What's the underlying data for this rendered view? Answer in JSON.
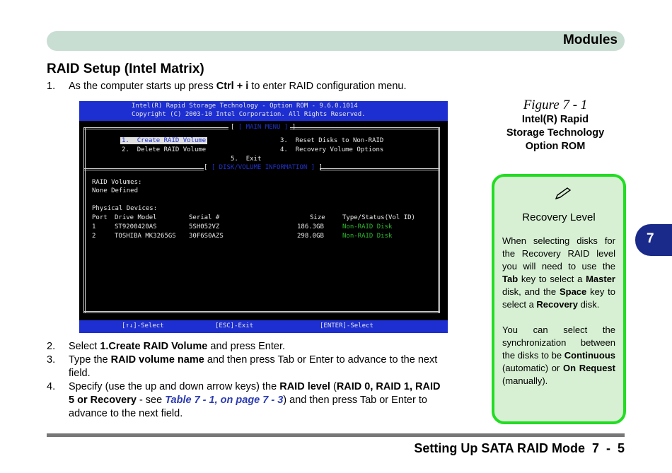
{
  "header": {
    "title": "Modules"
  },
  "section": {
    "title": "RAID Setup (Intel Matrix)"
  },
  "steps": [
    {
      "num": "1.",
      "pre": "As the computer starts up press ",
      "bold": "Ctrl + i",
      "post": " to enter RAID configuration menu."
    },
    {
      "num": "2.",
      "pre": "Select ",
      "bold": "1.Create RAID Volume",
      "post": " and press Enter."
    },
    {
      "num": "3.",
      "pre": "Type the ",
      "bold": "RAID volume name",
      "post": " and then press Tab or Enter to advance to the next",
      "line2": "field."
    },
    {
      "num": "4.",
      "line1_pre": "Specify (use the up and down arrow keys) the ",
      "line1_b1": "RAID level",
      "line1_mid": " (",
      "line1_b2": "RAID 0, RAID 1, RAID",
      "line2_b": "5 or Recovery",
      "line2_mid": " - see ",
      "line2_ref": "Table 7 - 1, on page 7 - 3",
      "line2_post": ") and then press Tab or Enter to",
      "line3": "advance to the next field."
    }
  ],
  "bios": {
    "title_line1": "Intel(R) Rapid Storage Technology - Option ROM - 9.6.0.1014",
    "title_line2": "Copyright (C) 2003-10 Intel Corporation. All Rights Reserved.",
    "main_menu": "[ MAIN MENU ]",
    "menu": [
      {
        "num": "1.",
        "label": "Create RAID Volume"
      },
      {
        "num": "2.",
        "label": "Delete RAID Volume"
      },
      {
        "num": "3.",
        "label": "Reset Disks to Non-RAID"
      },
      {
        "num": "4.",
        "label": "Recovery Volume Options"
      },
      {
        "num": "5.",
        "label": "Exit"
      }
    ],
    "disk_info": "[ DISK/VOLUME INFORMATION ]",
    "raid_volumes_label": "RAID Volumes:",
    "raid_volumes_value": "None Defined",
    "physical_label": "Physical Devices:",
    "columns": [
      "Port",
      "Drive Model",
      "Serial #",
      "Size",
      "Type/Status(Vol ID)"
    ],
    "devices": [
      {
        "port": "1",
        "model": "ST9200420AS",
        "serial": "5SH052VZ",
        "size": "186.3GB",
        "status": "Non-RAID Disk"
      },
      {
        "port": "2",
        "model": "TOSHIBA MK3265GS",
        "serial": "30F6S0AZS",
        "size": "298.0GB",
        "status": "Non-RAID Disk"
      }
    ],
    "footer_select": "[↑↓]-Select",
    "footer_exit": "[ESC]-Exit",
    "footer_enter": "[ENTER]-Select"
  },
  "figure": {
    "number": "Figure 7 - 1",
    "title_l1": "Intel(R) Rapid",
    "title_l2": "Storage Technology",
    "title_l3": "Option ROM"
  },
  "note": {
    "icon": "pen-icon",
    "title": "Recovery Level",
    "p1_a": "When selecting disks for the Recovery RAID level you will need to use the ",
    "p1_b1": "Tab",
    "p1_c": " key to select a ",
    "p1_b2": "Master",
    "p1_d": " disk, and the ",
    "p1_b3": "Space",
    "p1_e": " key to select a ",
    "p1_b4": "Recovery",
    "p1_f": " disk.",
    "p2_a": "You can select the synchronization between the disks to be ",
    "p2_b1": "Continuous",
    "p2_c": " (automatic) or ",
    "p2_b2": "On Request",
    "p2_d": " (manually)."
  },
  "chapter": "7",
  "footer": {
    "text": "Setting Up SATA RAID Mode  7  -  5"
  },
  "colors": {
    "accent_green": "#22dd22",
    "bios_blue": "#1d2fd0",
    "chapter_blue": "#1a2a8a"
  }
}
